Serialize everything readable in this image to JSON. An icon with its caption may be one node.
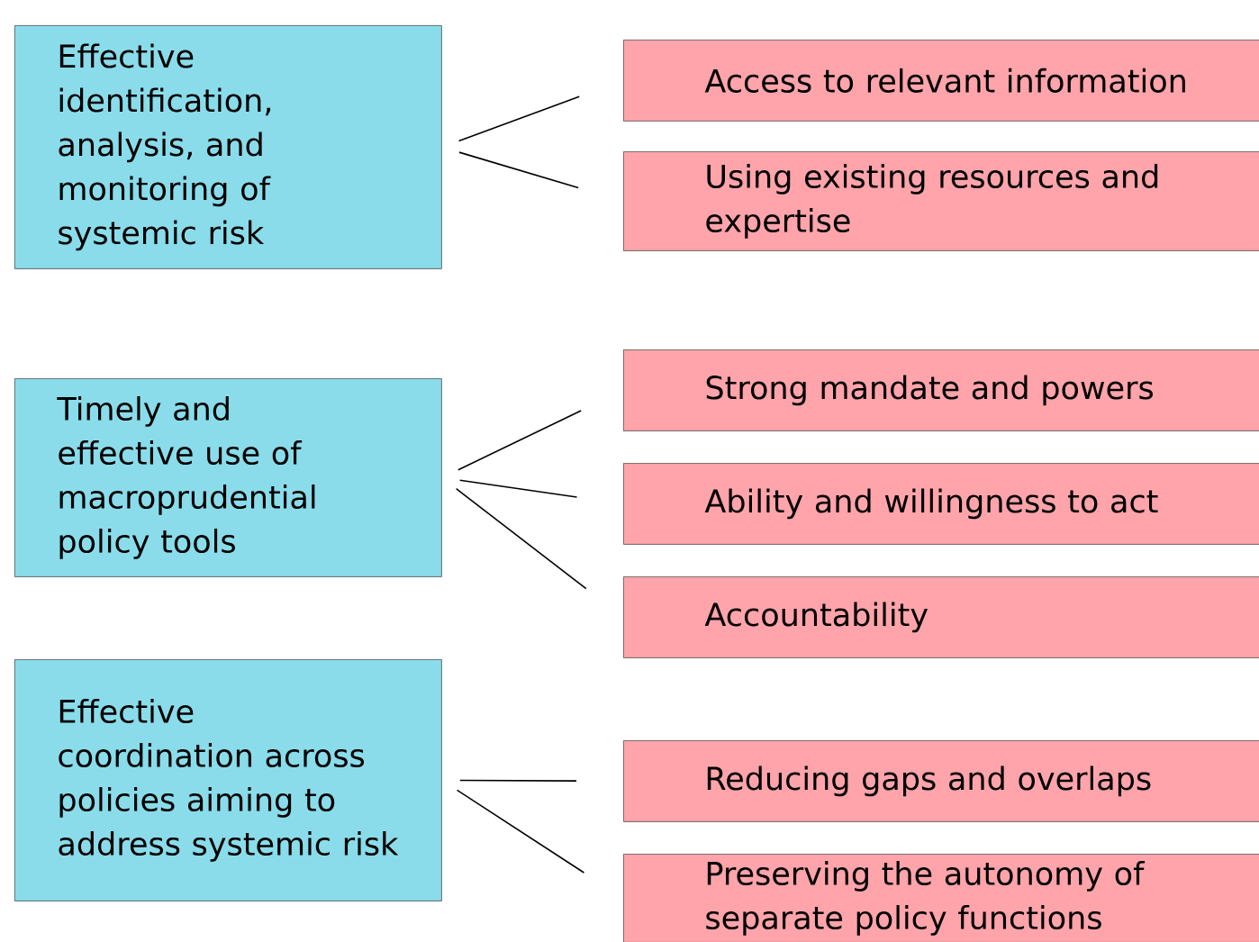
{
  "diagram": {
    "nodes": [
      {
        "text": [
          "Effective identification, analysis, and monitoring of systemic risk"
        ]
      },
      {
        "text": [
          "Access to relevant information"
        ]
      },
      {
        "text": [
          "Using existing resources and expertise"
        ]
      },
      {
        "text": [
          "Timely and effective use  of macroprudential policy tools"
        ]
      },
      {
        "text": [
          "Strong mandate and powers"
        ]
      },
      {
        "text": [
          "Ability and willingness to act"
        ]
      },
      {
        "text": [
          "Accountability"
        ]
      },
      {
        "text": [
          "Effective coordination across policies aiming to address systemic risk"
        ]
      },
      {
        "text": [
          "Reducing gaps and overlaps"
        ]
      },
      {
        "text": [
          "Preserving the autonomy of separate policy functions"
        ]
      }
    ],
    "edges": [
      {
        "from": 0,
        "to": 1,
        "arrow": "none"
      },
      {
        "from": 0,
        "to": 2,
        "arrow": "none"
      },
      {
        "from": 3,
        "to": 4,
        "arrow": "none"
      },
      {
        "from": 3,
        "to": 5,
        "arrow": "none"
      },
      {
        "from": 3,
        "to": 6,
        "arrow": "none"
      },
      {
        "from": 7,
        "to": 8,
        "arrow": "none"
      },
      {
        "from": 7,
        "to": 9,
        "arrow": "none"
      }
    ]
  }
}
